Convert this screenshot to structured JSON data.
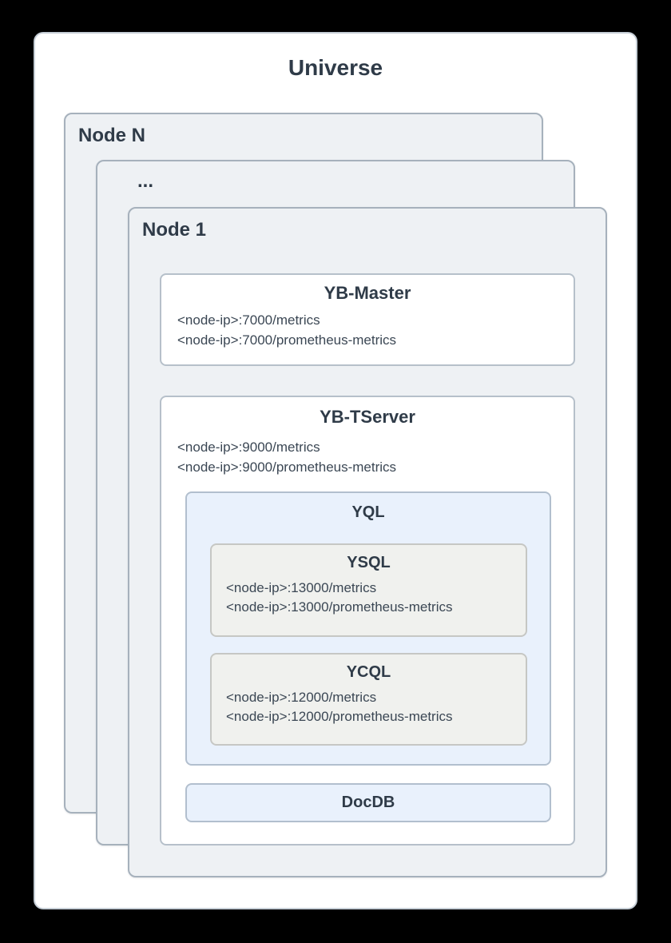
{
  "colors": {
    "page_bg": "#000000",
    "universe_bg": "#ffffff",
    "universe_border": "#c6ced6",
    "node_bg": "#eef1f4",
    "node_border": "#a6b1bc",
    "component_bg": "#ffffff",
    "component_border": "#b6c0ca",
    "api_bg": "#e9f1fc",
    "api_border": "#b2bfce",
    "subapi_bg": "#f0f1ee",
    "subapi_border": "#c6c7c4",
    "title_text": "#2f3b48",
    "body_text": "#3b4754"
  },
  "universe": {
    "title": "Universe"
  },
  "node_n": {
    "label": "Node N"
  },
  "middle_node": {
    "label": "..."
  },
  "node_1": {
    "label": "Node 1"
  },
  "yb_master": {
    "title": "YB-Master",
    "endpoints": [
      "<node-ip>:7000/metrics",
      "<node-ip>:7000/prometheus-metrics"
    ]
  },
  "yb_tserver": {
    "title": "YB-TServer",
    "endpoints": [
      "<node-ip>:9000/metrics",
      "<node-ip>:9000/prometheus-metrics"
    ]
  },
  "yql": {
    "title": "YQL"
  },
  "ysql": {
    "title": "YSQL",
    "endpoints": [
      "<node-ip>:13000/metrics",
      "<node-ip>:13000/prometheus-metrics"
    ]
  },
  "ycql": {
    "title": "YCQL",
    "endpoints": [
      "<node-ip>:12000/metrics",
      "<node-ip>:12000/prometheus-metrics"
    ]
  },
  "docdb": {
    "title": "DocDB"
  }
}
